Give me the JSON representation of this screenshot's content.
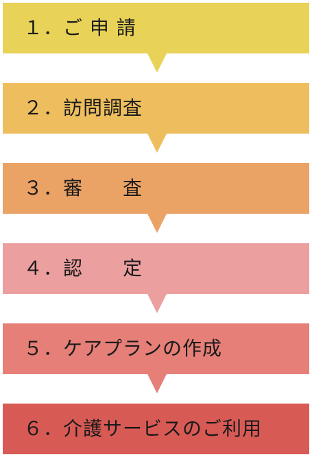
{
  "steps": [
    {
      "label": "１．ご 申 請",
      "color": "#e8d257"
    },
    {
      "label": "２．訪問調査",
      "color": "#eebe5e"
    },
    {
      "label": "３．審　　査",
      "color": "#eba265"
    },
    {
      "label": "４．認　　定",
      "color": "#ec9f9f"
    },
    {
      "label": "５．ケアプランの作成",
      "color": "#e57f78"
    },
    {
      "label": "６．介護サービスのご利用",
      "color": "#d85a55"
    }
  ]
}
